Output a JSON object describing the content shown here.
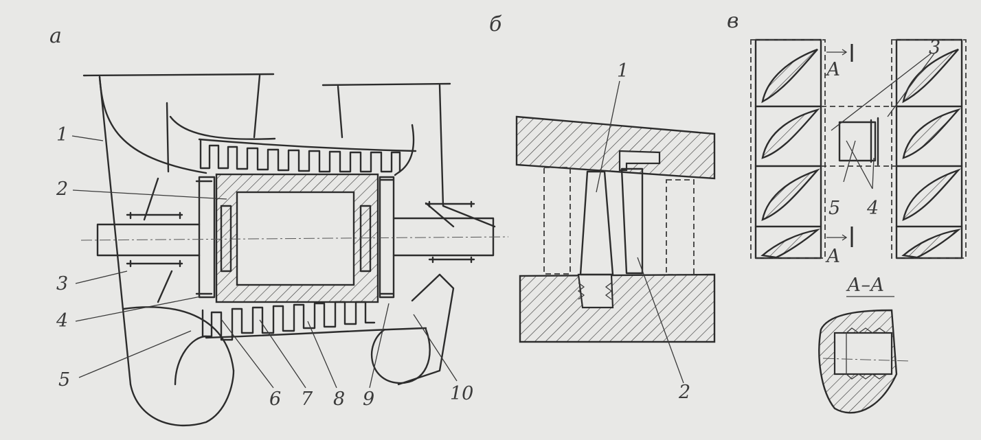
{
  "panels": {
    "a": "а",
    "b": "б",
    "v": "в"
  },
  "labels_a": [
    "1",
    "2",
    "3",
    "4",
    "5",
    "6",
    "7",
    "8",
    "9",
    "10"
  ],
  "labels_b": [
    "1",
    "2"
  ],
  "labels_v": [
    "3",
    "4",
    "5"
  ],
  "section_marker": "А",
  "section_title": "А–А",
  "colors": {
    "ink": "#2c2c2c",
    "paper": "#e8e8e6"
  }
}
